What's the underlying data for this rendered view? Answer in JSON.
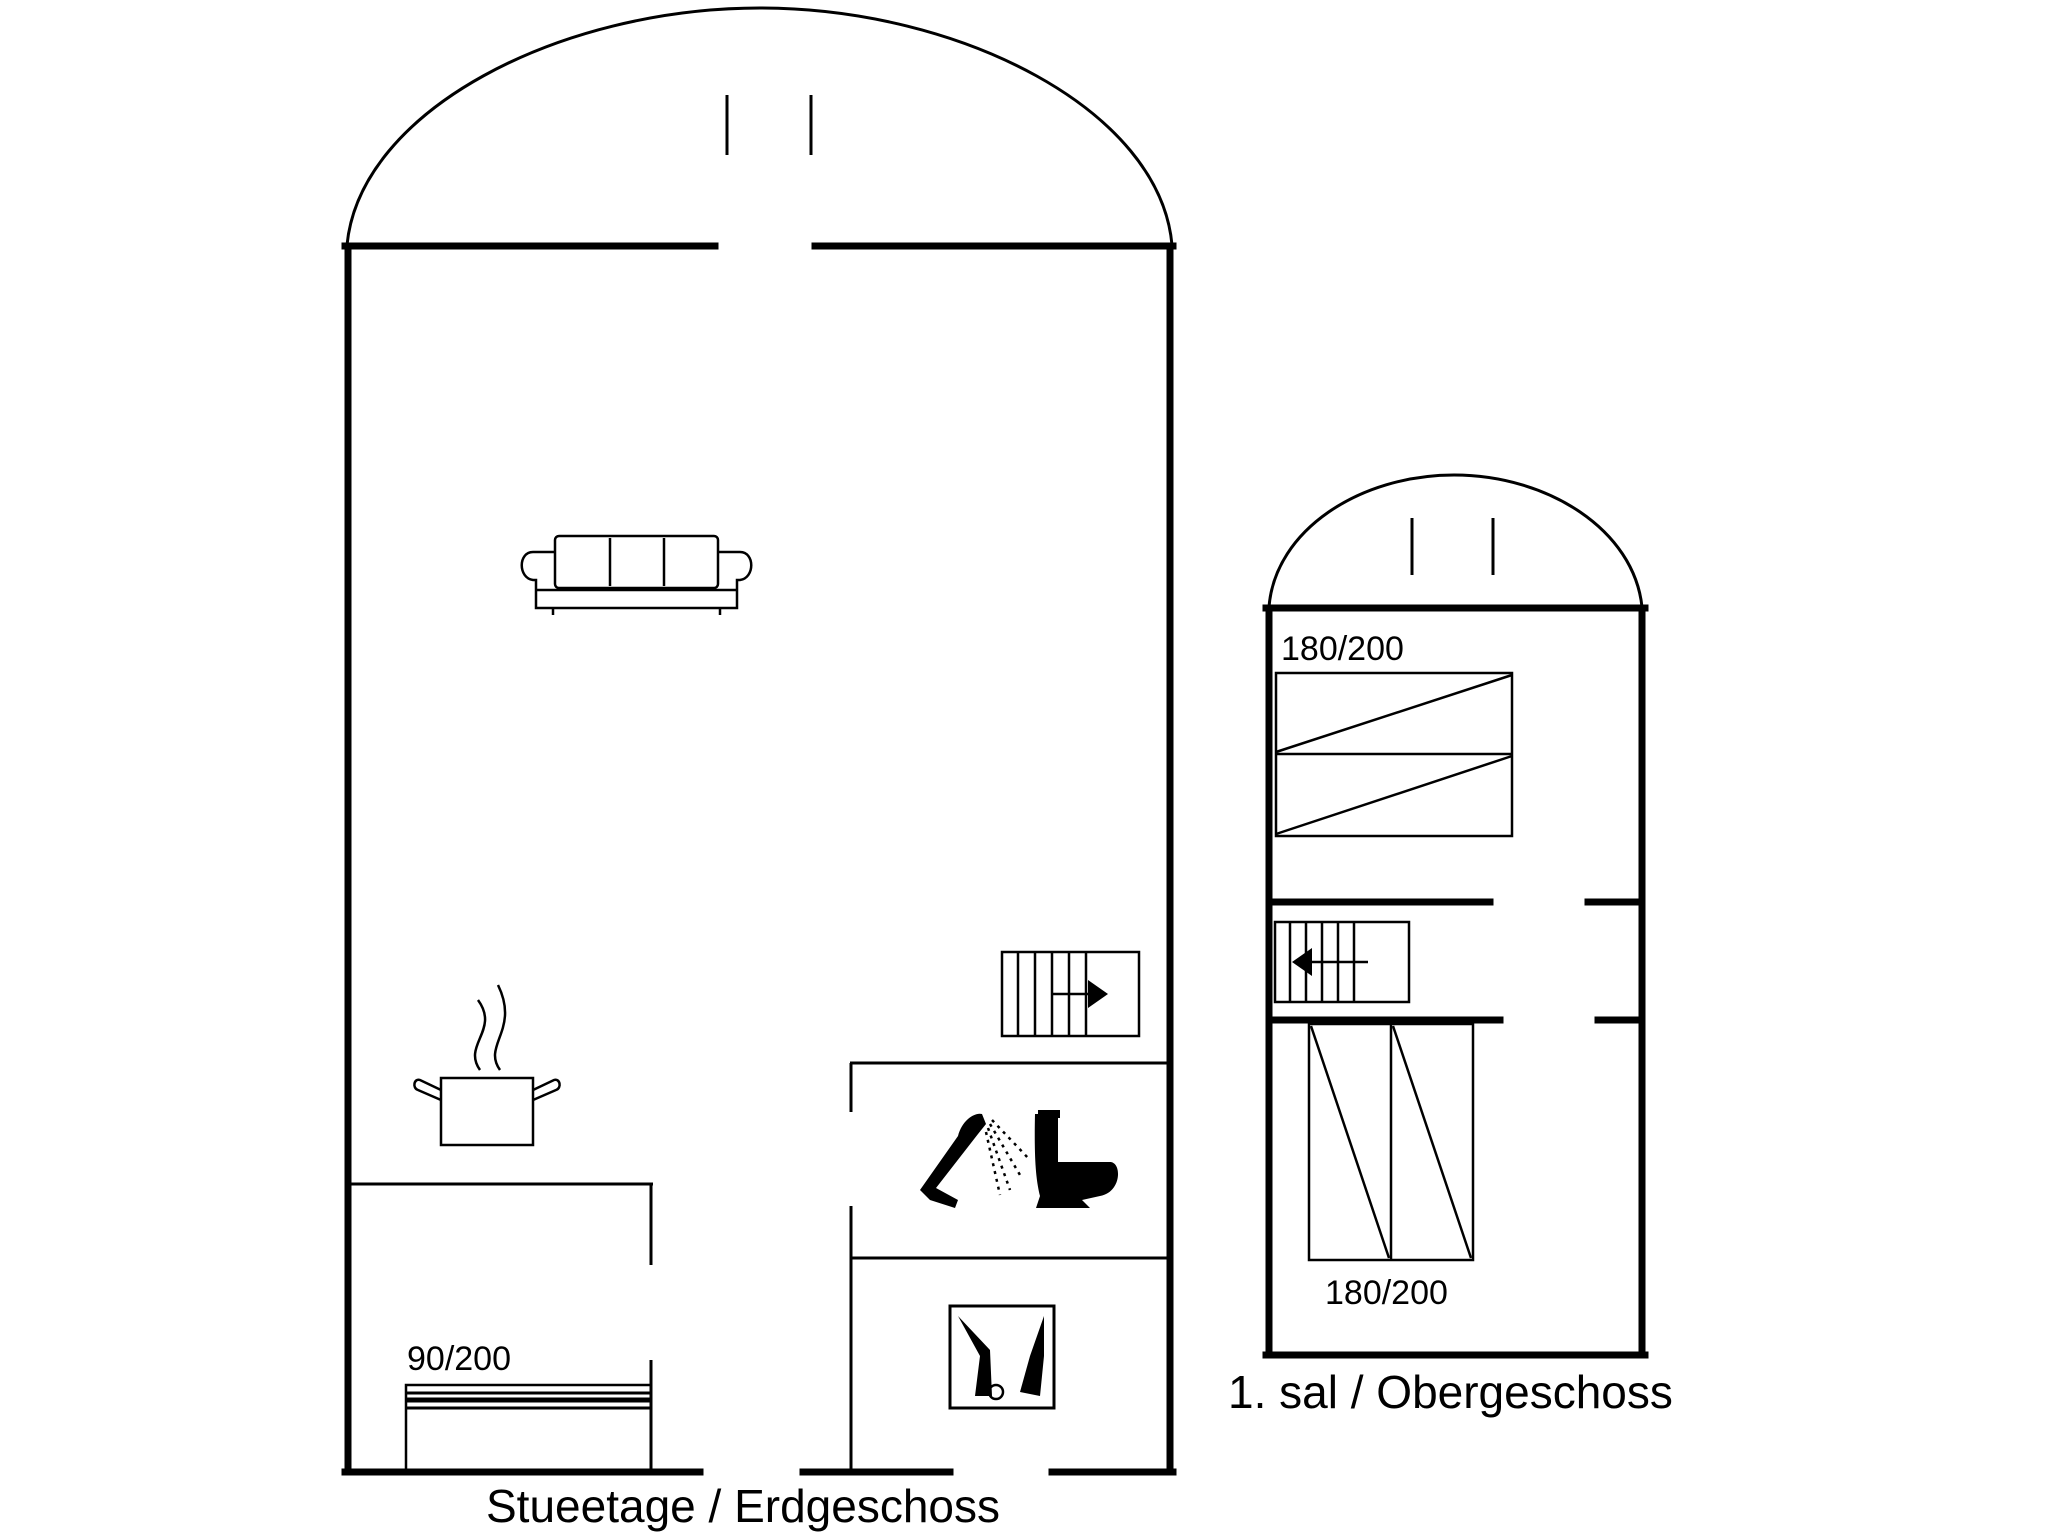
{
  "ground_floor": {
    "caption": "Stueetage / Erdgeschoss",
    "bed_label": "90/200",
    "icons": [
      "sofa-icon",
      "cooking-pot-icon",
      "shower-icon",
      "toilet-icon",
      "utility-room-icon",
      "staircase-up-icon"
    ]
  },
  "upper_floor": {
    "caption": "1. sal / Obergeschoss",
    "bed_top_label": "180/200",
    "bed_bottom_label": "180/200",
    "icons": [
      "staircase-down-icon"
    ]
  }
}
